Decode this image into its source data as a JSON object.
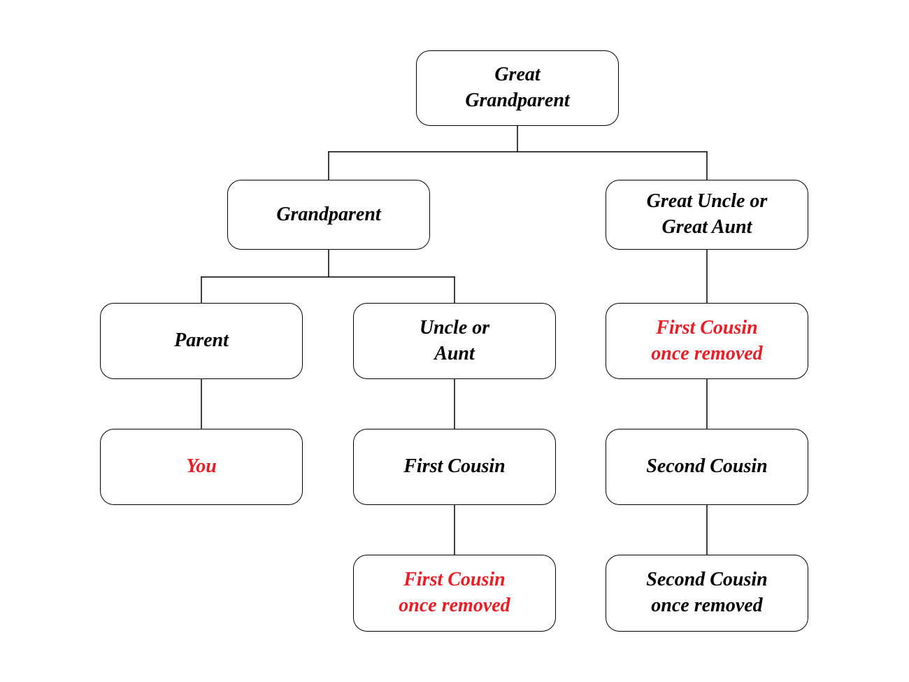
{
  "colors": {
    "background": "#ffffff",
    "box_border": "#000000",
    "text": "#000000",
    "highlight_red": "#ed1c24",
    "connector": "#000000"
  },
  "diagram": {
    "type": "family-relationship-tree",
    "nodes": [
      {
        "id": "great-grandparent",
        "label": "Great\nGrandparent",
        "color": "black"
      },
      {
        "id": "grandparent",
        "label": "Grandparent",
        "color": "black"
      },
      {
        "id": "great-uncle-or-great-aunt",
        "label": "Great Uncle or\nGreat Aunt",
        "color": "black"
      },
      {
        "id": "parent",
        "label": "Parent",
        "color": "black"
      },
      {
        "id": "uncle-or-aunt",
        "label": "Uncle or\nAunt",
        "color": "black"
      },
      {
        "id": "first-cousin-once-removed-upper",
        "label": "First Cousin\nonce removed",
        "color": "red"
      },
      {
        "id": "you",
        "label": "You",
        "color": "red"
      },
      {
        "id": "first-cousin",
        "label": "First Cousin",
        "color": "black"
      },
      {
        "id": "second-cousin",
        "label": "Second Cousin",
        "color": "black"
      },
      {
        "id": "first-cousin-once-removed-lower",
        "label": "First Cousin\nonce removed",
        "color": "red"
      },
      {
        "id": "second-cousin-once-removed",
        "label": "Second Cousin\nonce removed",
        "color": "black"
      }
    ],
    "edges": [
      {
        "from": "great-grandparent",
        "to": "grandparent"
      },
      {
        "from": "great-grandparent",
        "to": "great-uncle-or-great-aunt"
      },
      {
        "from": "grandparent",
        "to": "parent"
      },
      {
        "from": "grandparent",
        "to": "uncle-or-aunt"
      },
      {
        "from": "great-uncle-or-great-aunt",
        "to": "first-cousin-once-removed-upper"
      },
      {
        "from": "parent",
        "to": "you"
      },
      {
        "from": "uncle-or-aunt",
        "to": "first-cousin"
      },
      {
        "from": "first-cousin-once-removed-upper",
        "to": "second-cousin"
      },
      {
        "from": "first-cousin",
        "to": "first-cousin-once-removed-lower"
      },
      {
        "from": "second-cousin",
        "to": "second-cousin-once-removed"
      }
    ]
  }
}
